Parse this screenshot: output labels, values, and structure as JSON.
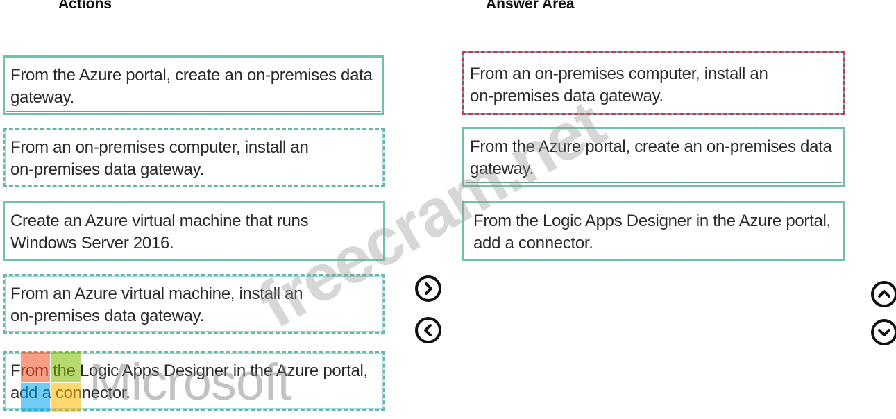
{
  "actions": {
    "heading": "Actions",
    "items": [
      {
        "line1": "From the Azure portal, create an on-premises data",
        "line2": "gateway."
      },
      {
        "line1": "From an on-premises computer, install an",
        "line2": "on-premises data gateway."
      },
      {
        "line1": "Create an Azure virtual machine that runs",
        "line2": "Windows Server 2016."
      },
      {
        "line1": "From an Azure virtual machine, install an",
        "line2": "on-premises data gateway."
      },
      {
        "line1": "From the Logic Apps Designer in the Azure portal,",
        "line2": "add a connector."
      }
    ]
  },
  "answer_area": {
    "heading": "Answer Area",
    "items": [
      {
        "line1": "From an on-premises computer, install an",
        "line2": "on-premises data gateway."
      },
      {
        "line1": "From the Azure portal, create an on-premises data",
        "line2": "gateway."
      },
      {
        "line1": "From the Logic Apps Designer in the Azure portal,",
        "line2": "add a connector."
      }
    ]
  },
  "controls": {
    "move_right_icon": "chevron-right-circle",
    "move_left_icon": "chevron-left-circle",
    "move_up_icon": "chevron-up-circle",
    "move_down_icon": "chevron-down-circle"
  },
  "overlay": {
    "watermark_text": "freecram.net",
    "brand_text": "Microsoft"
  },
  "colors": {
    "card_border_teal": "#5cc6cf",
    "card_dash_green": "#7cbf9d",
    "selected_dash_red": "#c83a4a"
  }
}
